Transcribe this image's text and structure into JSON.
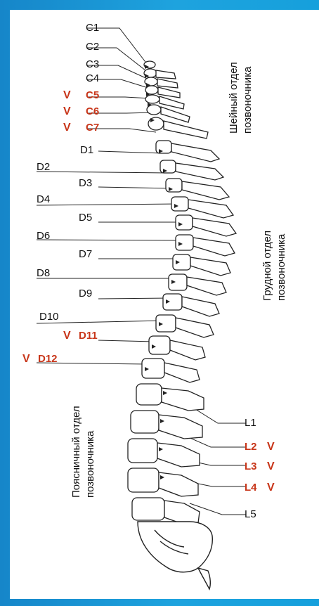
{
  "labels": {
    "C1": "C1",
    "C2": "C2",
    "C3": "C3",
    "C4": "C4",
    "C5": "C5",
    "C6": "C6",
    "C7": "C7",
    "D1": "D1",
    "D2": "D2",
    "D3": "D3",
    "D4": "D4",
    "D5": "D5",
    "D6": "D6",
    "D7": "D7",
    "D8": "D8",
    "D9": "D9",
    "D10": "D10",
    "D11": "D11",
    "D12": "D12",
    "L1": "L1",
    "L2": "L2",
    "L3": "L3",
    "L4": "L4",
    "L5": "L5"
  },
  "marker": "V",
  "regions": {
    "cervical_1": "Шейный отдел",
    "cervical_2": "позвоночника",
    "thoracic_1": "Грудной отдел",
    "thoracic_2": "позвоночника",
    "lumbar_1": "Поясничный отдел",
    "lumbar_2": "позвоночника"
  },
  "colors": {
    "frame": "#1a9bd8",
    "highlight": "#c8361a",
    "text": "#111111"
  }
}
